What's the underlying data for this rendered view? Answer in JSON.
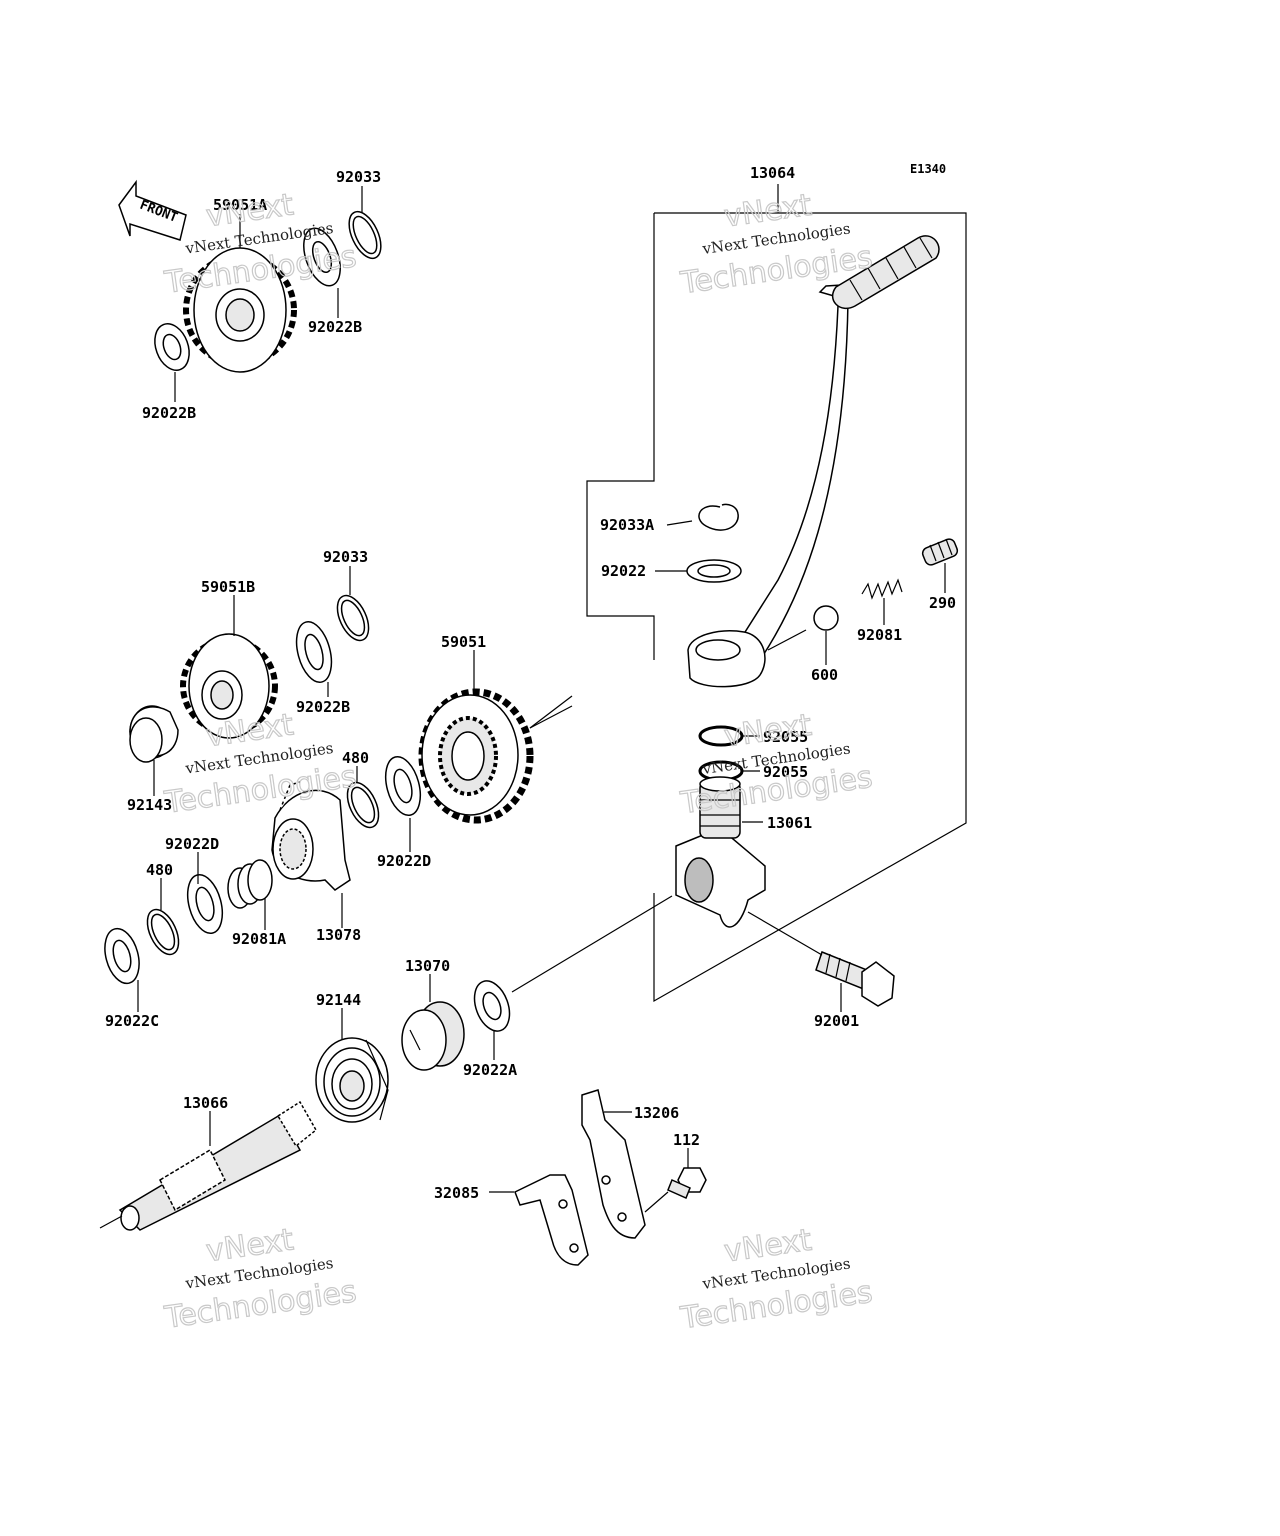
{
  "diagram_code": "E1340",
  "front_label": "FRONT",
  "parts": [
    {
      "id": "p13064",
      "number": "13064"
    },
    {
      "id": "p92033_top",
      "number": "92033"
    },
    {
      "id": "p59051A",
      "number": "59051A"
    },
    {
      "id": "p92022B_top",
      "number": "92022B"
    },
    {
      "id": "p92022B_left",
      "number": "92022B"
    },
    {
      "id": "p92033A",
      "number": "92033A"
    },
    {
      "id": "p92022",
      "number": "92022"
    },
    {
      "id": "p290",
      "number": "290"
    },
    {
      "id": "p92081",
      "number": "92081"
    },
    {
      "id": "p600",
      "number": "600"
    },
    {
      "id": "p92033_mid",
      "number": "92033"
    },
    {
      "id": "p59051B",
      "number": "59051B"
    },
    {
      "id": "p59051",
      "number": "59051"
    },
    {
      "id": "p92022B_mid",
      "number": "92022B"
    },
    {
      "id": "p92143",
      "number": "92143"
    },
    {
      "id": "p480_upper",
      "number": "480"
    },
    {
      "id": "p92022D_right",
      "number": "92022D"
    },
    {
      "id": "p92055_a",
      "number": "92055"
    },
    {
      "id": "p92055_b",
      "number": "92055"
    },
    {
      "id": "p13061",
      "number": "13061"
    },
    {
      "id": "p92022D_left",
      "number": "92022D"
    },
    {
      "id": "p480_lower",
      "number": "480"
    },
    {
      "id": "p92081A",
      "number": "92081A"
    },
    {
      "id": "p13078",
      "number": "13078"
    },
    {
      "id": "p92022C",
      "number": "92022C"
    },
    {
      "id": "p13070",
      "number": "13070"
    },
    {
      "id": "p92144",
      "number": "92144"
    },
    {
      "id": "p92022A",
      "number": "92022A"
    },
    {
      "id": "p92001",
      "number": "92001"
    },
    {
      "id": "p13066",
      "number": "13066"
    },
    {
      "id": "p13206",
      "number": "13206"
    },
    {
      "id": "p112",
      "number": "112"
    },
    {
      "id": "p32085",
      "number": "32085"
    }
  ],
  "watermark": {
    "line1": "vNext",
    "line2": "vNext Technologies",
    "line3": "Technologies"
  }
}
